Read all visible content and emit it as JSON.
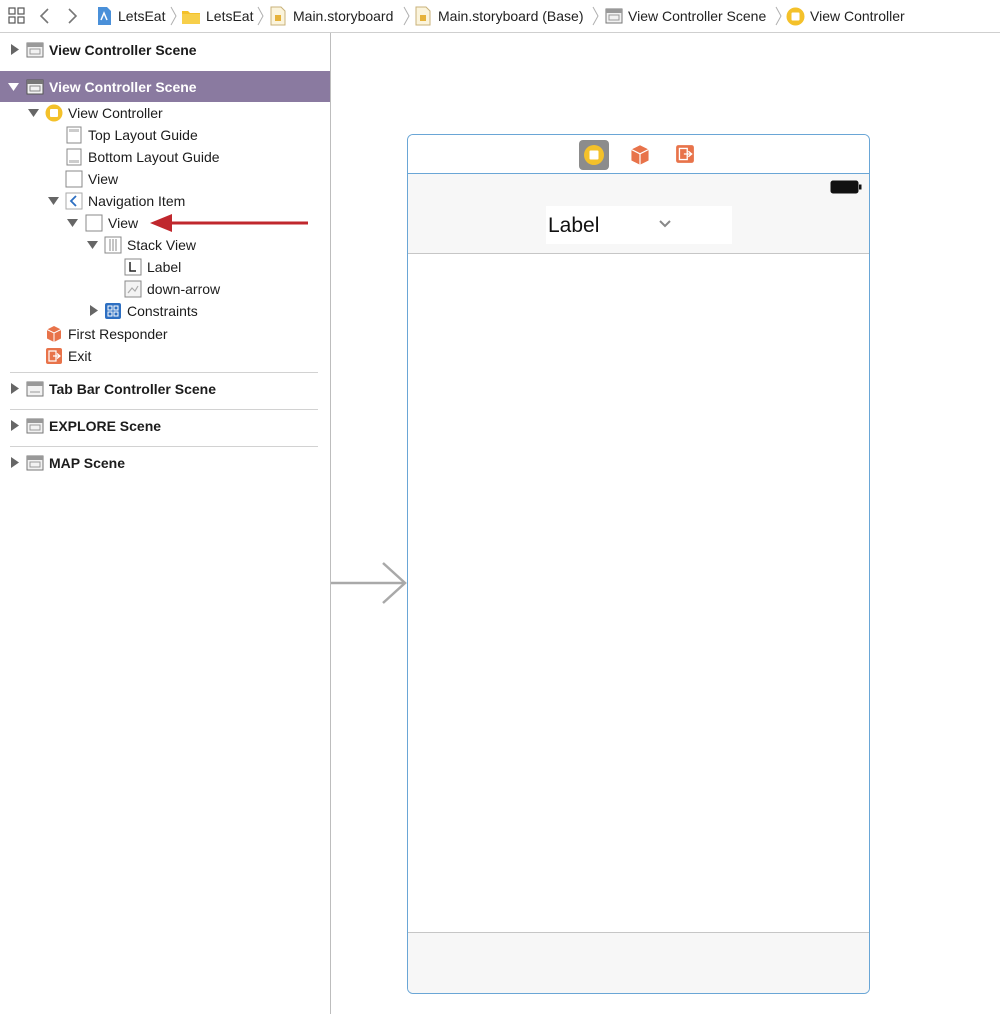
{
  "jump_bar": {
    "breadcrumbs": [
      {
        "label": "LetsEat",
        "icon": "project-icon"
      },
      {
        "label": "LetsEat",
        "icon": "folder-icon"
      },
      {
        "label": "Main.storyboard",
        "icon": "storyboard-file-icon"
      },
      {
        "label": "Main.storyboard (Base)",
        "icon": "storyboard-file-icon"
      },
      {
        "label": "View Controller Scene",
        "icon": "scene-icon"
      },
      {
        "label": "View Controller",
        "icon": "view-controller-icon"
      }
    ]
  },
  "outline": {
    "items": [
      {
        "label": "View Controller Scene",
        "type": "scene",
        "expanded": false
      },
      {
        "label": "View Controller Scene",
        "type": "scene",
        "expanded": true,
        "selected": true
      },
      {
        "label": "View Controller",
        "type": "view-controller"
      },
      {
        "label": "Top Layout Guide",
        "type": "layout-guide"
      },
      {
        "label": "Bottom Layout Guide",
        "type": "layout-guide"
      },
      {
        "label": "View",
        "type": "view"
      },
      {
        "label": "Navigation Item",
        "type": "navigation-item"
      },
      {
        "label": "View",
        "type": "view"
      },
      {
        "label": "Stack View",
        "type": "stack-view"
      },
      {
        "label": "Label",
        "type": "label"
      },
      {
        "label": "down-arrow",
        "type": "image-view"
      },
      {
        "label": "Constraints",
        "type": "constraints"
      },
      {
        "label": "First Responder",
        "type": "first-responder"
      },
      {
        "label": "Exit",
        "type": "exit"
      },
      {
        "label": "Tab Bar Controller Scene",
        "type": "scene",
        "expanded": false
      },
      {
        "label": "EXPLORE Scene",
        "type": "scene",
        "expanded": false
      },
      {
        "label": "MAP Scene",
        "type": "scene",
        "expanded": false
      }
    ],
    "selected_color": "#8a7aa0",
    "annotation_arrow_color": "#c0272d"
  },
  "canvas": {
    "nav_title_label": "Label",
    "frame_color": "#6aa6d6",
    "accent_orange": "#e8734a",
    "accent_yellow": "#f4c12a"
  }
}
